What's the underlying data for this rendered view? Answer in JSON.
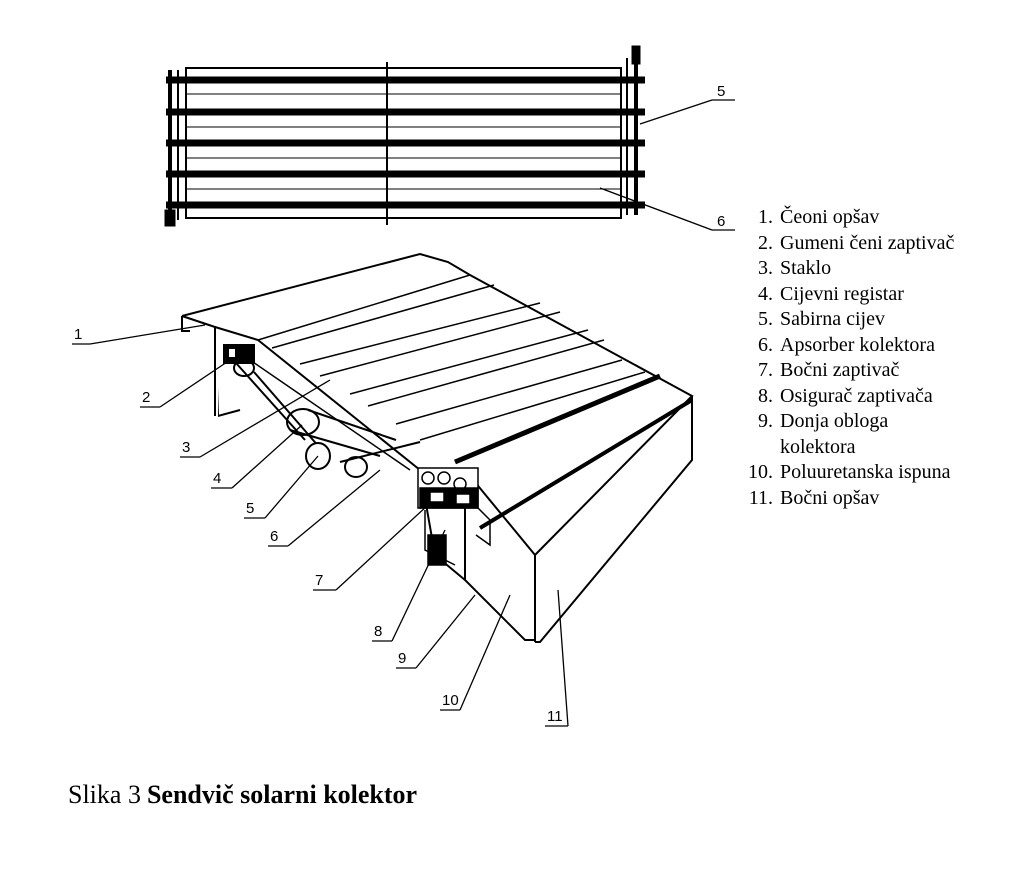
{
  "callouts": [
    "1",
    "2",
    "3",
    "4",
    "5",
    "6",
    "7",
    "8",
    "9",
    "10",
    "11"
  ],
  "top_callouts": [
    "5",
    "6"
  ],
  "legend": [
    {
      "num": "1.",
      "text": "Čeoni opšav"
    },
    {
      "num": "2.",
      "text": "Gumeni čeni zaptivač"
    },
    {
      "num": "3.",
      "text": "Staklo"
    },
    {
      "num": "4.",
      "text": "Cijevni registar"
    },
    {
      "num": "5.",
      "text": "Sabirna cijev"
    },
    {
      "num": "6.",
      "text": "Apsorber kolektora"
    },
    {
      "num": "7.",
      "text": "Bočni zaptivač"
    },
    {
      "num": "8.",
      "text": "Osigurač zaptivača"
    },
    {
      "num": "9.",
      "text": "Donja obloga",
      "text2": "kolektora"
    },
    {
      "num": "10.",
      "text": "Poluuretanska ispuna"
    },
    {
      "num": "11.",
      "text": "Bočni opšav"
    }
  ],
  "caption": {
    "prefix": "Slika 3",
    "title": "Sendvič solarni kolektor"
  }
}
